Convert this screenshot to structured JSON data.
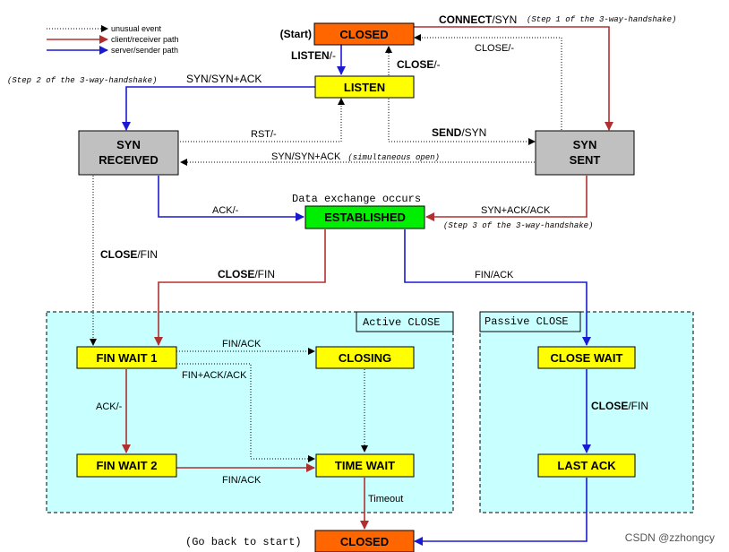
{
  "legend": {
    "unusual": "unusual event",
    "client": "client/receiver path",
    "server": "server/sender path"
  },
  "colors": {
    "client": "#b03030",
    "server": "#1a1ad0",
    "dotted": "#000000",
    "closed_fill": "#ff6600",
    "state_fill": "#ffff00",
    "syn_fill": "#c0c0c0",
    "established_fill": "#00ee00",
    "region_fill": "#c8ffff"
  },
  "states": {
    "closed_top": "CLOSED",
    "listen": "LISTEN",
    "syn_received_1": "SYN",
    "syn_received_2": "RECEIVED",
    "syn_sent_1": "SYN",
    "syn_sent_2": "SENT",
    "established": "ESTABLISHED",
    "fin_wait_1": "FIN WAIT 1",
    "fin_wait_2": "FIN WAIT 2",
    "closing": "CLOSING",
    "time_wait": "TIME WAIT",
    "close_wait": "CLOSE WAIT",
    "last_ack": "LAST ACK",
    "closed_bottom": "CLOSED"
  },
  "regions": {
    "active": "Active CLOSE",
    "passive": "Passive CLOSE"
  },
  "labels": {
    "start": "(Start)",
    "connect_bold": "CONNECT",
    "connect_rest": "/SYN",
    "step1": "(Step 1 of the 3-way-handshake)",
    "listen_bold": "LISTEN",
    "listen_rest": "/-",
    "close_bold": "CLOSE",
    "close_rest": "/-",
    "close_synsent": "CLOSE/-",
    "step2": "(Step 2 of the 3-way-handshake)",
    "syn_synack": "SYN/SYN+ACK",
    "rst": "RST/-",
    "send_bold": "SEND",
    "send_rest": "/SYN",
    "simul_a": "SYN/SYN+ACK",
    "simul_b": "(simultaneous open)",
    "data_exchange": "Data exchange occurs",
    "ack_dash": "ACK/-",
    "synack_ack": "SYN+ACK/ACK",
    "step3": "(Step 3 of the 3-way-handshake)",
    "close_fin_left_bold": "CLOSE",
    "close_fin_left_rest": "/FIN",
    "close_fin_bold": "CLOSE",
    "close_fin_rest": "/FIN",
    "fin_ack_right": "FIN/ACK",
    "fin_ack_top": "FIN/ACK",
    "fin_ack_ack": "FIN+ACK/ACK",
    "ack_dash2": "ACK/-",
    "fin_ack_bottom": "FIN/ACK",
    "close_fin_passive_bold": "CLOSE",
    "close_fin_passive_rest": "/FIN",
    "timeout": "Timeout",
    "go_back": "(Go back to start)",
    "watermark": "CSDN @zzhongcy"
  }
}
